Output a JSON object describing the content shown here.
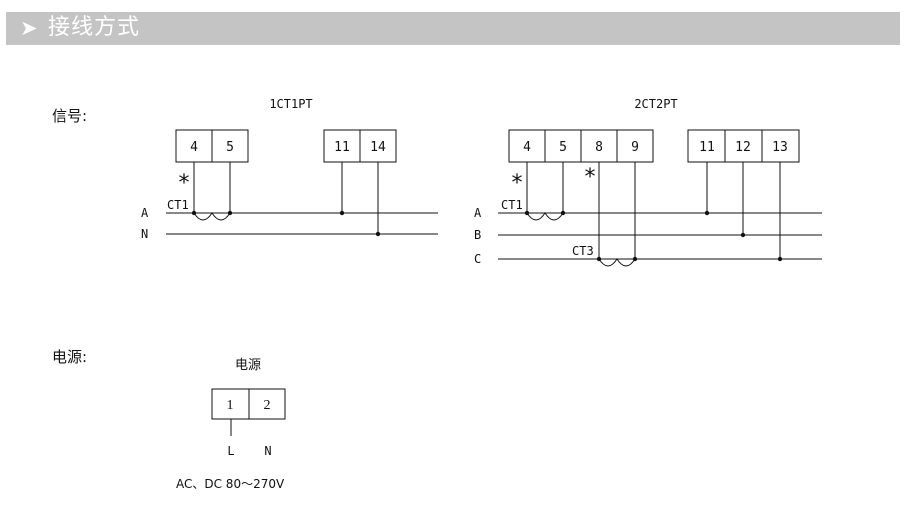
{
  "header": {
    "arrow_icon": "chevron-right-icon",
    "title": "接线方式"
  },
  "signal": {
    "label": "信号:",
    "diagram_1ct1pt": {
      "title": "1CT1PT",
      "terminals": [
        "4",
        "5",
        "11",
        "14"
      ],
      "star": "*",
      "lines": [
        "A",
        "N"
      ],
      "ct_label": "CT1"
    },
    "diagram_2ct2pt": {
      "title": "2CT2PT",
      "terminals": [
        "4",
        "5",
        "8",
        "9",
        "11",
        "12",
        "13"
      ],
      "star": "*",
      "lines": [
        "A",
        "B",
        "C"
      ],
      "ct1_label": "CT1",
      "ct3_label": "CT3"
    }
  },
  "power": {
    "label": "电源:",
    "title": "电源",
    "terminals": [
      "1",
      "2"
    ],
    "line_labels": [
      "L",
      "N"
    ],
    "spec": "AC、DC 80～270V"
  }
}
